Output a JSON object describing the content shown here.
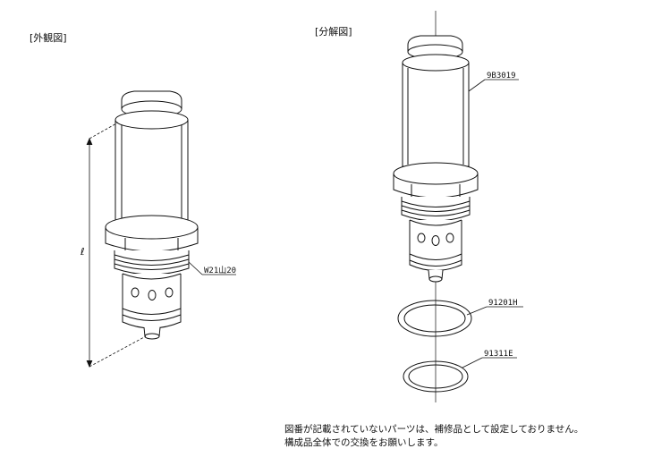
{
  "views": {
    "exterior": {
      "title": "[外観図]"
    },
    "exploded": {
      "title": "[分解図]"
    }
  },
  "dimension": {
    "symbol": "ℓ"
  },
  "callouts": {
    "thread_spec": "W21山20",
    "cartridge_part": "9B3019",
    "packing_large_part": "91201H",
    "packing_small_part": "91311E"
  },
  "notes": [
    "図番が記載されていないパーツは、補修品として設定しておりません。",
    "構成品全体での交換をお願いします。"
  ],
  "colors": {
    "line": "#111111",
    "background": "#ffffff"
  }
}
